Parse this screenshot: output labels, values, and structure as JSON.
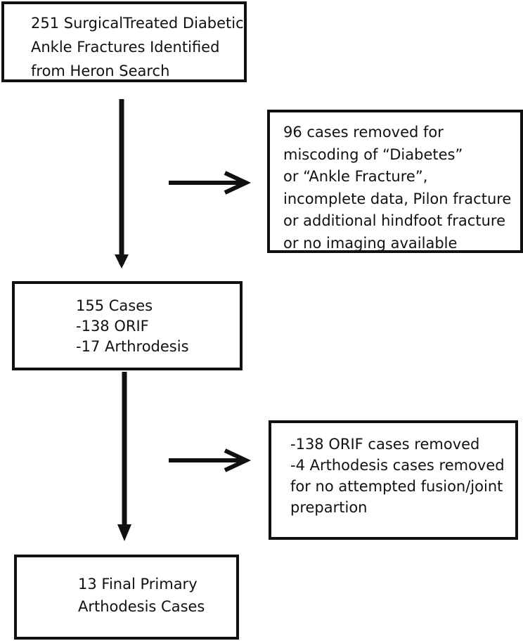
{
  "flowchart": {
    "start": {
      "lines": [
        "251 SurgicalTreated Diabetic",
        "Ankle Fractures Identified",
        "from Heron Search"
      ]
    },
    "exclusion_1": {
      "lines": [
        "96 cases removed for",
        "miscoding of “Diabetes”",
        "or “Ankle Fracture”,",
        "incomplete data, Pilon fracture",
        "or additional hindfoot fracture",
        "or no imaging available"
      ]
    },
    "intermediate": {
      "lines": [
        "155 Cases",
        "-138 ORIF",
        "-17 Arthrodesis"
      ]
    },
    "exclusion_2": {
      "lines": [
        "-138 ORIF cases removed",
        "-4 Arthodesis cases removed",
        "for no attempted fusion/joint",
        "prepartion"
      ]
    },
    "final": {
      "lines": [
        "13 Final Primary",
        "Arthodesis Cases"
      ]
    }
  },
  "colors": {
    "stroke": "#111111",
    "background": "#ffffff"
  }
}
